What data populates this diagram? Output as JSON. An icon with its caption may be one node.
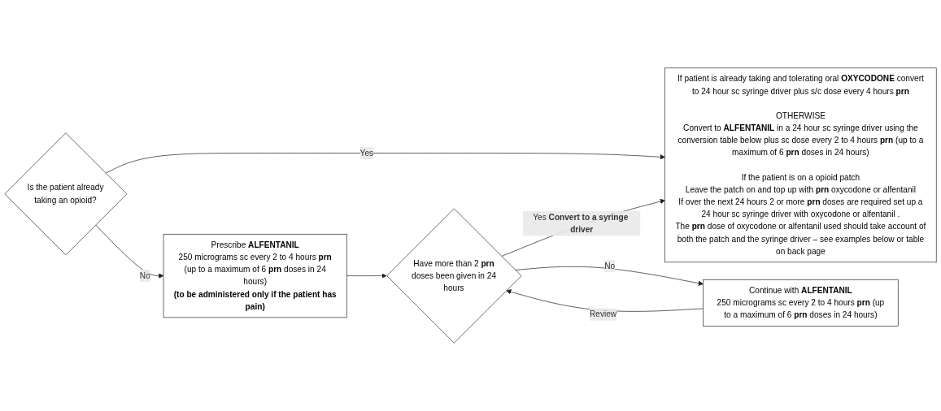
{
  "diagram": {
    "nodes": [
      {
        "text": [
          "Is the patient already taking an opioid?"
        ]
      },
      {
        "text": [
          "If patient is already taking and tolerating oral **OXYCODONE** convert to 24 hour sc syringe driver plus s/c dose every 4 hours **prn**",
          "OTHERWISE",
          "Convert to **ALFENTANIL** in a 24 hour sc syringe driver using the conversion table below plus sc dose every 2 to 4 hours **prn** (up to a maximum of 6 **prn** doses in 24 hours)",
          "If the patient is on a opioid patch",
          "Leave the patch on",
          "and top up with **prn** oxycodone or alfentanil",
          "If over the next 24 hours 2 or more **prn** doses are required set up a 24 hour sc syringe driver with oxycodone or alfentanil .",
          "The **prn** dose of oxycodone or alfentanil used should take account of both the patch and the syringe driver – see examples below or table on back page"
        ]
      },
      {
        "text": [
          "Prescribe **ALFENTANIL**",
          "250 micrograms sc every 2 to 4 hours **prn** (up to a maximum of 6 **prn** doses in 24 hours)",
          "(to be administered only if the patient has pain)"
        ]
      },
      {
        "text": [
          "Have more than 2 **prn** doses been given in 24 hours"
        ]
      },
      {
        "text": [
          "Continue with **ALFENTANIL**",
          "250 micrograms sc every 2 to 4 hours **prn** (up to a maximum of 6 **prn** doses in 24 hours)"
        ]
      }
    ],
    "edges": [
      {
        "from": 0,
        "to": 1,
        "arrow": "to",
        "label": "Yes"
      },
      {
        "from": 0,
        "to": 2,
        "arrow": "to",
        "label": "No"
      },
      {
        "from": 2,
        "to": 3,
        "arrow": "to"
      },
      {
        "from": 3,
        "to": 1,
        "arrow": "to",
        "label": "Yes **Convert to a syringe driver**"
      },
      {
        "from": 3,
        "to": 4,
        "arrow": "to",
        "label": "No"
      },
      {
        "from": 4,
        "to": 3,
        "arrow": "to",
        "label": "Review"
      }
    ]
  }
}
